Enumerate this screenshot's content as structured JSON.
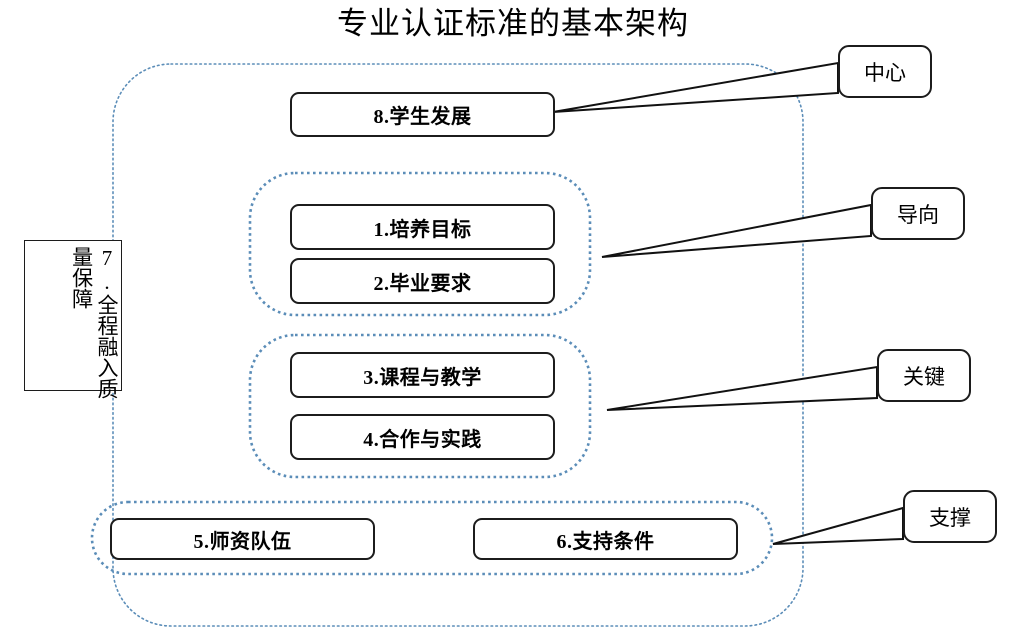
{
  "title": "专业认证标准的基本架构",
  "nodes": [
    {
      "key": "student_development",
      "label": "8.学生发展"
    },
    {
      "key": "training_objective",
      "label": "1.培养目标"
    },
    {
      "key": "graduation_require",
      "label": "2.毕业要求"
    },
    {
      "key": "curriculum_teaching",
      "label": "3.课程与教学"
    },
    {
      "key": "cooperation_practice",
      "label": "4.合作与实践"
    },
    {
      "key": "faculty_team",
      "label": "5.师资队伍"
    },
    {
      "key": "support_conditions",
      "label": "6.支持条件"
    }
  ],
  "quality_bar": {
    "column_right": "7.全程融入质",
    "column_left": "量保障",
    "full_text": "7.全程融入质量保障"
  },
  "callouts": [
    {
      "key": "center",
      "label": "中心"
    },
    {
      "key": "guide",
      "label": "导向"
    },
    {
      "key": "key",
      "label": "关键"
    },
    {
      "key": "support",
      "label": "支撑"
    }
  ],
  "colors": {
    "dotted_container": "#5b8db8",
    "node_border": "#1c1c1c",
    "text": "#000000",
    "background": "#ffffff"
  },
  "groups": [
    {
      "key": "outer_frame",
      "style": "dotted-rounded"
    },
    {
      "key": "orientation_grp",
      "style": "dotted-rounded"
    },
    {
      "key": "key_grp",
      "style": "dotted-rounded"
    },
    {
      "key": "support_grp",
      "style": "dotted-pill"
    }
  ]
}
